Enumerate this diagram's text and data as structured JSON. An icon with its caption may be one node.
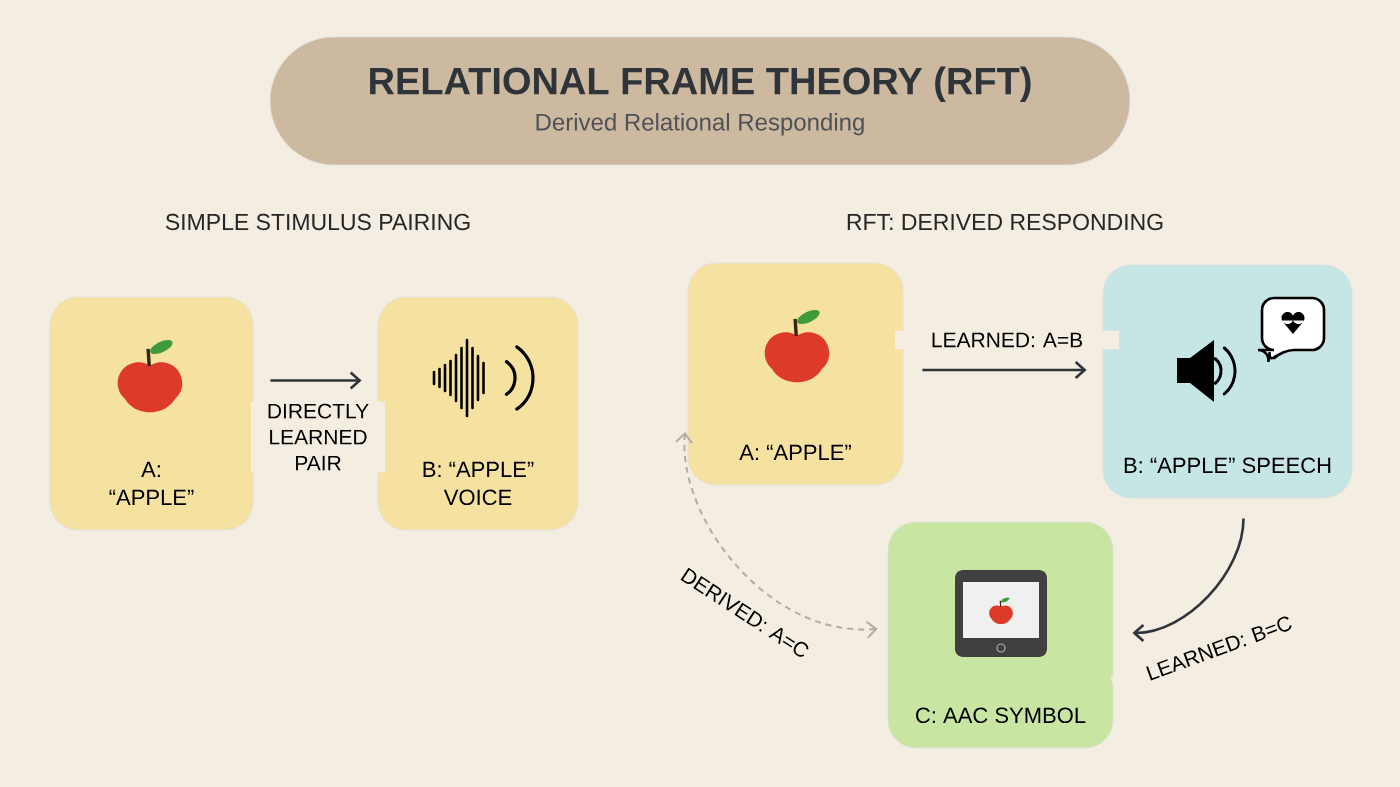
{
  "diagram": {
    "nodes": [
      {
        "text": [
          "RELATIONAL FRAME THEORY (RFT)",
          "Derived Relational Responding"
        ]
      },
      {
        "text": [
          "A: “APPLE”"
        ]
      },
      {
        "text": [
          "B: “APPLE” VOICE"
        ]
      },
      {
        "text": [
          "A: “APPLE”"
        ]
      },
      {
        "text": [
          "B: “APPLE” SPEECH"
        ]
      },
      {
        "text": [
          "C: AAC SYMBOL"
        ]
      }
    ],
    "edges": [
      {
        "from": 1,
        "to": 2,
        "arrow": "to",
        "label": "DIRECTLY LEARNED PAIR"
      },
      {
        "from": 3,
        "to": 4,
        "arrow": "to",
        "label": "LEARNED: A=B"
      },
      {
        "from": 4,
        "to": 5,
        "arrow": "to",
        "label": "LEARNED: B=C"
      },
      {
        "from": 5,
        "to": 3,
        "arrow": "both",
        "label": "DERIVED: A=C",
        "style": "dashed",
        "color": "#b0aca6"
      }
    ],
    "labels": [
      "SIMPLE STIMULUS PAIRING",
      "RFT: DERIVED RESPONDING"
    ]
  }
}
